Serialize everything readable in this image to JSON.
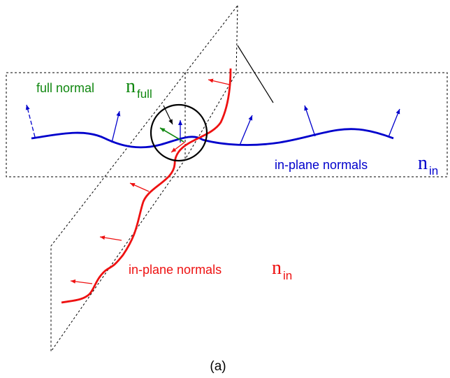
{
  "colors": {
    "blue_curve": "#0000cc",
    "red_curve": "#ee1111",
    "green_normal": "#118811",
    "outline": "#000000"
  },
  "labels": {
    "full_normal_text": "full normal",
    "full_normal_symbol": "n",
    "full_normal_subscript": "full",
    "blue_normals_text": "in-plane normals",
    "blue_normals_symbol": "n",
    "blue_normals_subscript": "in",
    "red_normals_text": "in-plane normals",
    "red_normals_symbol": "n",
    "red_normals_subscript": "in",
    "caption": "(a)"
  }
}
